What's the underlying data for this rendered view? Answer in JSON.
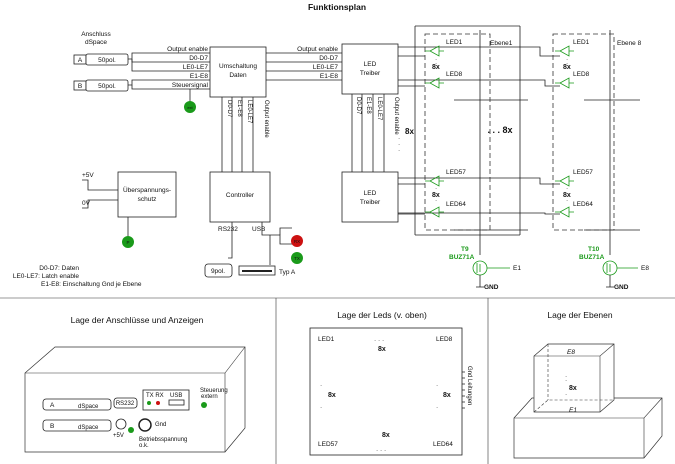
{
  "title": "Funktionsplan",
  "left_block": {
    "header": [
      "Anschluss",
      "dSpace"
    ],
    "port_a": {
      "letter": "A",
      "label": "50pol."
    },
    "port_b": {
      "letter": "B",
      "label": "50pol."
    },
    "bus_lines": [
      "Output enable",
      "D0-D7",
      "LE0-LE7",
      "E1-E8",
      "Steuersignal"
    ],
    "ext_led": "ext"
  },
  "umschaltung": {
    "line1": "Umschaltung",
    "line2": "Daten",
    "out_lines": [
      "Output enable",
      "D0-D7",
      "LE0-LE7",
      "E1-E8"
    ]
  },
  "controller": {
    "label": "Controller",
    "vlines": [
      "D0-D7",
      "E1-E8",
      "LE0-LE7",
      "Output enable"
    ],
    "rs232": "RS232",
    "usb": "USB",
    "conn_9pol": "9pol.",
    "conn_typ": "Typ A",
    "rx": "RX",
    "tx": "TX"
  },
  "ueberspannung": {
    "line1": "Überspannungs-",
    "line2": "schutz",
    "v5": "+5V",
    "v0": "0V",
    "pwr": "P"
  },
  "led_treiber_top": {
    "line1": "LED",
    "line2": "Treiber",
    "vlines": [
      "D0-D7",
      "E1-E8",
      "LE0-LE7",
      "Output enable"
    ]
  },
  "led_treiber_bottom": {
    "line1": "LED",
    "line2": "Treiber"
  },
  "multiplier_mid": "8x",
  "ebene1": {
    "title": "Ebene1",
    "leds": [
      "LED1",
      "LED8",
      "LED57",
      "LED64"
    ],
    "mult": "8x"
  },
  "ebene8": {
    "title": "Ebene 8",
    "leds": [
      "LED1",
      "LED8",
      "LED57",
      "LED64"
    ],
    "mult": "8x"
  },
  "between_planes": ". . . 8x",
  "transistors": [
    {
      "name": "T9",
      "part": "BUZ71A",
      "gate": "E1",
      "gnd": "GND"
    },
    {
      "name": "T10",
      "part": "BUZ71A",
      "gate": "E8",
      "gnd": "GND"
    }
  ],
  "legend": [
    "D0-D7: Daten",
    "LE0-LE7: Latch enable",
    "E1-E8: Einschaltung Gnd je Ebene"
  ],
  "panel_connections": {
    "title": "Lage der Anschlüsse und Anzeigen",
    "port_a_letter": "A",
    "port_a_label": "dSpace",
    "port_b_letter": "B",
    "port_b_label": "dSpace",
    "rs232": "RS232",
    "tx_rx": "TX RX",
    "usb": "USB",
    "steuerung": [
      "Steuerung",
      "extern"
    ],
    "v5": "+5V",
    "gnd": "Gnd",
    "betrieb": [
      "Betriebsspannung",
      "o.k."
    ]
  },
  "panel_leds": {
    "title": "Lage der Leds (v. oben)",
    "corners": [
      "LED1",
      "LED8",
      "LED57",
      "LED64"
    ],
    "mult": "8x",
    "side_label": "Gnd Leitungen"
  },
  "panel_planes": {
    "title": "Lage der Ebenen",
    "top": "E8",
    "bottom": "E1",
    "mult": "8x"
  }
}
